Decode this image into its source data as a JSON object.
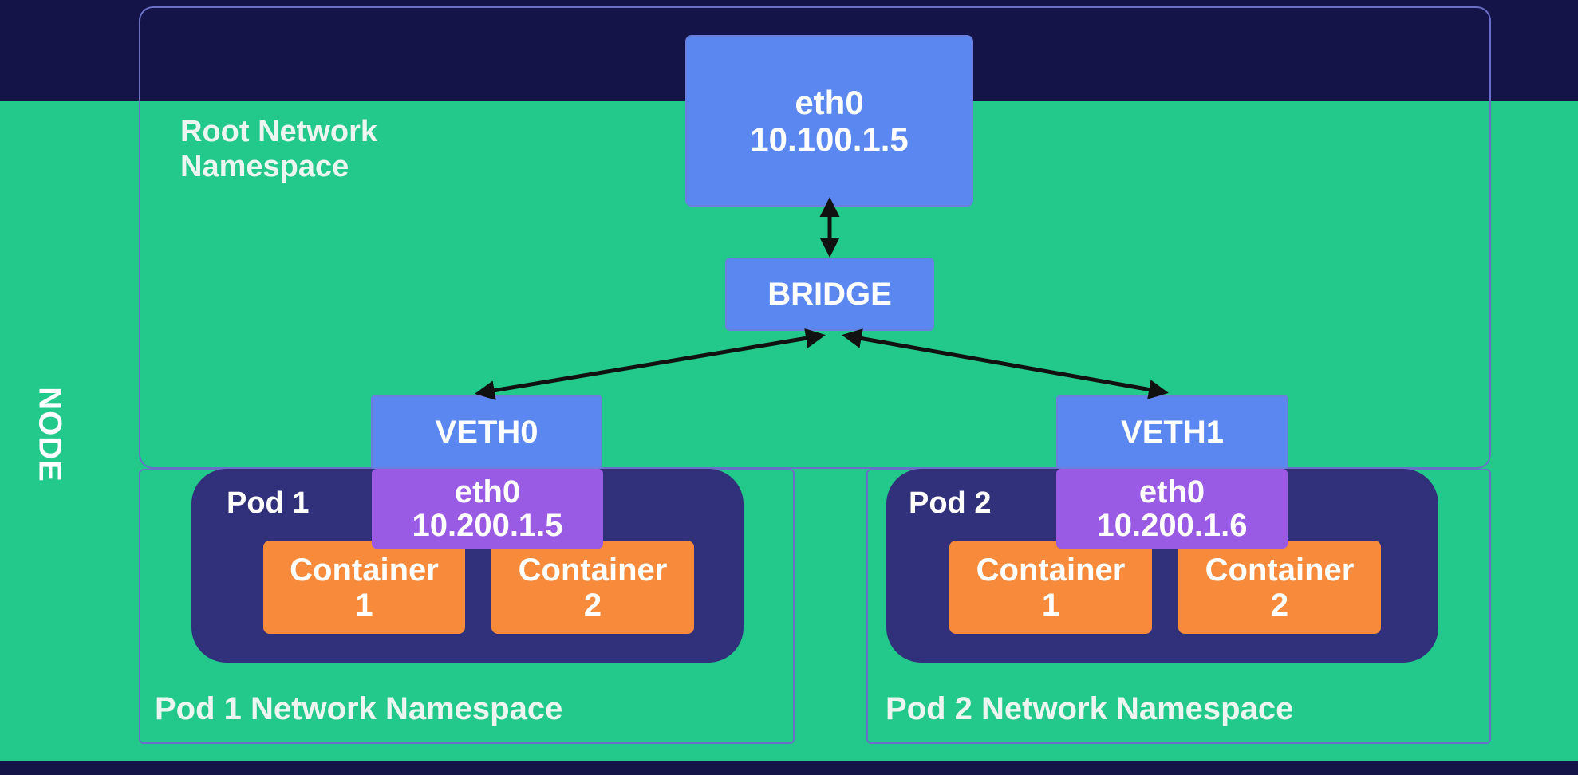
{
  "node": {
    "label": "NODE"
  },
  "root_namespace": {
    "label_line1": "Root Network",
    "label_line2": "Namespace",
    "eth0": {
      "name": "eth0",
      "ip": "10.100.1.5"
    },
    "bridge": {
      "label": "BRIDGE"
    },
    "veth0": {
      "label": "VETH0"
    },
    "veth1": {
      "label": "VETH1"
    }
  },
  "pod1": {
    "label": "Pod 1",
    "namespace_label": "Pod 1 Network Namespace",
    "eth0": {
      "name": "eth0",
      "ip": "10.200.1.5"
    },
    "containers": [
      {
        "line1": "Container",
        "line2": "1"
      },
      {
        "line1": "Container",
        "line2": "2"
      }
    ]
  },
  "pod2": {
    "label": "Pod 2",
    "namespace_label": "Pod 2 Network Namespace",
    "eth0": {
      "name": "eth0",
      "ip": "10.200.1.6"
    },
    "containers": [
      {
        "line1": "Container",
        "line2": "1"
      },
      {
        "line1": "Container",
        "line2": "2"
      }
    ]
  },
  "colors": {
    "background": "#141448",
    "green": "#22c98a",
    "interface_blue": "#5b87f0",
    "pod_eth_purple": "#9a5be4",
    "pod_navy": "#31307a",
    "container_orange": "#f78a3b"
  }
}
